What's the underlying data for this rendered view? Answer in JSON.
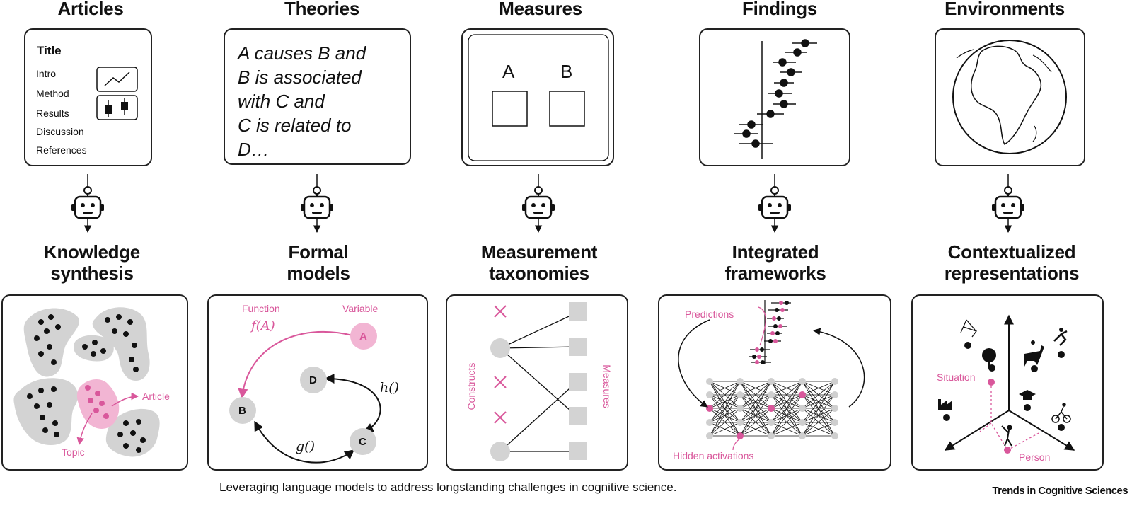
{
  "columns": [
    {
      "top": "Articles",
      "bottom": [
        "Knowledge",
        "synthesis"
      ]
    },
    {
      "top": "Theories",
      "bottom": [
        "Formal",
        "models"
      ]
    },
    {
      "top": "Measures",
      "bottom": [
        "Measurement",
        "taxonomies"
      ]
    },
    {
      "top": "Findings",
      "bottom": [
        "Integrated",
        "frameworks"
      ]
    },
    {
      "top": "Environments",
      "bottom": [
        "Contextualized",
        "representations"
      ]
    }
  ],
  "article": {
    "title": "Title",
    "sections": [
      "Intro",
      "Method",
      "Results",
      "Discussion",
      "References"
    ]
  },
  "theory_text": [
    "A causes B and",
    "B is associated",
    "with C and",
    "C is related to",
    "D…"
  ],
  "measures_labels": [
    "A",
    "B"
  ],
  "knowledge": {
    "article_label": "Article",
    "topic_label": "Topic"
  },
  "formal": {
    "function_label": "Function",
    "variable_label": "Variable",
    "f_label": "f(A)",
    "h_label": "h()",
    "g_label": "g()",
    "nodes": [
      "A",
      "B",
      "C",
      "D"
    ]
  },
  "taxonomy": {
    "constructs_label": "Constructs",
    "measures_label": "Measures"
  },
  "framework": {
    "predictions_label": "Predictions",
    "hidden_label": "Hidden activations"
  },
  "context": {
    "situation_label": "Situation",
    "person_label": "Person"
  },
  "caption": "Leveraging language models to address longstanding challenges in cognitive science.",
  "brand": "Trends in Cognitive Sciences",
  "colors": {
    "accent": "#d9579b",
    "accent_light": "#f2b5d3",
    "gray": "#d3d3d3",
    "ink": "#111111"
  }
}
